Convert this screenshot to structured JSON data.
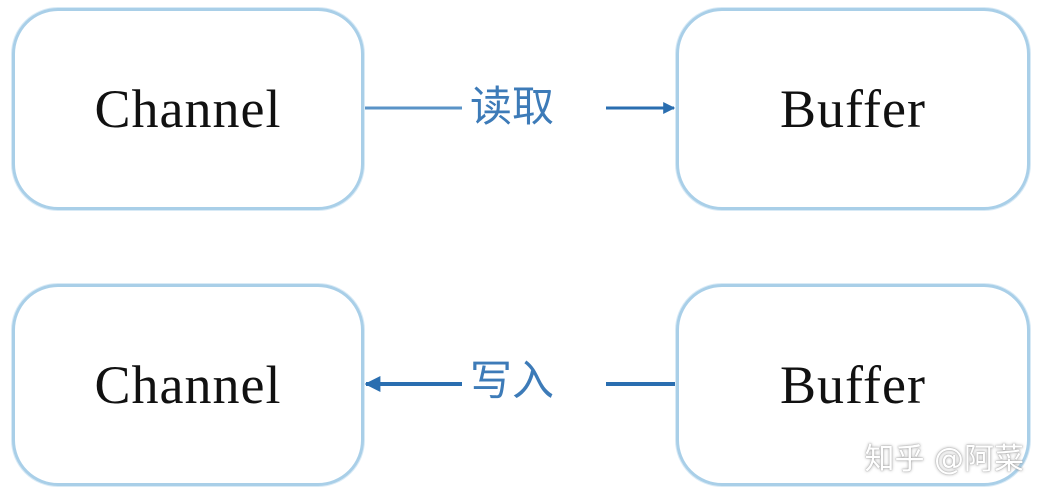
{
  "nodes": {
    "channel_top": "Channel",
    "buffer_top": "Buffer",
    "channel_bottom": "Channel",
    "buffer_bottom": "Buffer"
  },
  "edges": {
    "read_label": "读取",
    "write_label": "写入"
  },
  "colors": {
    "node_border": "#a9cfe8",
    "arrow": "#2a6eb0",
    "edge_label": "#3d7bb8"
  },
  "watermark": "知乎 @阿菜"
}
